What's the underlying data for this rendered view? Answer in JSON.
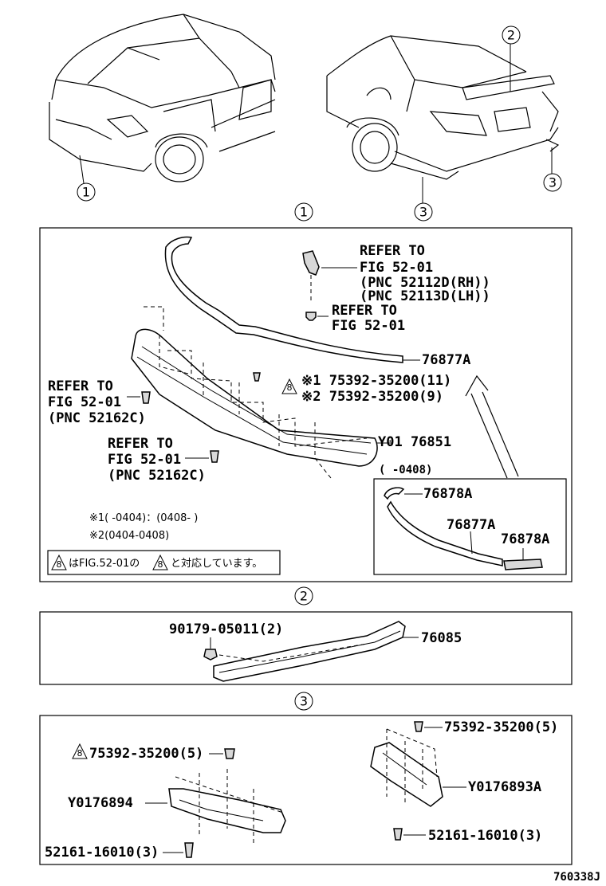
{
  "callouts": {
    "front_bumper": "1",
    "rear_spoiler": "2",
    "rear_extension": "3"
  },
  "section1": {
    "header": "1",
    "refer_bracket": [
      "REFER TO",
      "FIG 52-01",
      "(PNC 52112D(RH))",
      "(PNC 52113D(LH))"
    ],
    "refer_bolt": [
      "REFER TO",
      "FIG 52-01"
    ],
    "refer_clip_upper": [
      "REFER TO",
      "FIG 52-01",
      "(PNC 52162C)"
    ],
    "refer_clip_lower": [
      "REFER TO",
      "FIG 52-01",
      "(PNC 52162C)"
    ],
    "moulding": "76877A",
    "clip_triangle": "8",
    "clip_1": "※1 75392-35200(11)",
    "clip_2": "※2 75392-35200(9)",
    "spoiler": "Y01 76851",
    "date_range": "(    -0408)",
    "inset_end_top": "76878A",
    "inset_moulding": "76877A",
    "inset_end_bottom": "76878A",
    "note_1": "※1(     -0404)：(0408-      )",
    "note_2": "※2(0404-0408)",
    "legend_triangle_a": "8",
    "legend_text_a": "はFIG.52-01の",
    "legend_triangle_b": "8",
    "legend_text_b": "と対応しています。"
  },
  "section2": {
    "header": "2",
    "nut": "90179-05011(2)",
    "spoiler": "76085"
  },
  "section3": {
    "header": "3",
    "clip_right": "75392-35200(5)",
    "triangle_left": "8",
    "clip_left": "75392-35200(5)",
    "ext_right": "Y0176893A",
    "ext_left": "Y0176894",
    "rivet_right": "52161-16010(3)",
    "rivet_left": "52161-16010(3)"
  },
  "figure_code": "760338J"
}
